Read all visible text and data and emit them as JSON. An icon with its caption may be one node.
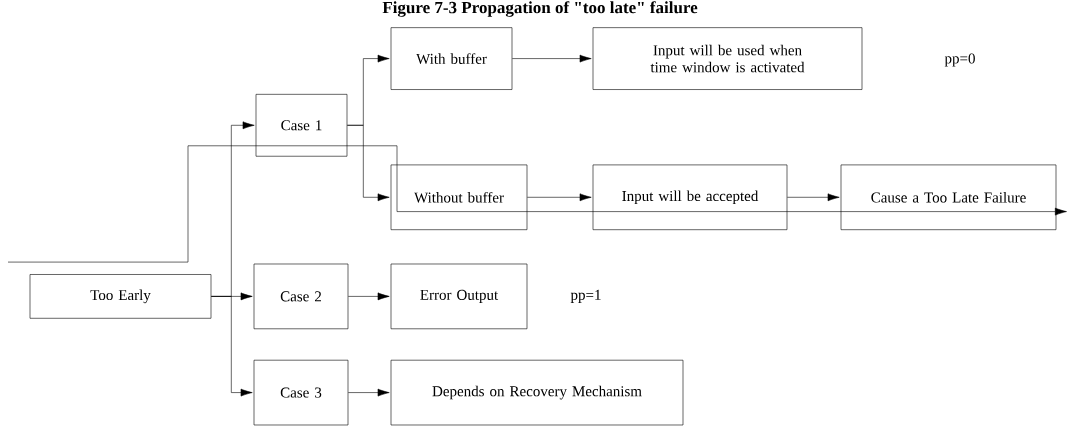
{
  "diagram": {
    "title": "Figure 7-3 Propagation of \"too late\" failure",
    "nodes": [
      {
        "text": [
          "Too Early"
        ]
      },
      {
        "text": [
          "Case 1"
        ]
      },
      {
        "text": [
          "With buffer"
        ]
      },
      {
        "text": [
          "Input will be used when time window is activated"
        ]
      },
      {
        "text": [
          "Without buffer"
        ]
      },
      {
        "text": [
          "Input will be accepted"
        ]
      },
      {
        "text": [
          "Cause a Too Late Failure"
        ]
      },
      {
        "text": [
          "Case 2"
        ]
      },
      {
        "text": [
          "Error Output"
        ]
      },
      {
        "text": [
          "Case 3"
        ]
      },
      {
        "text": [
          "Depends on Recovery Mechanism"
        ]
      }
    ],
    "edges": [
      {
        "from": 0,
        "to": 1,
        "arrow": "to"
      },
      {
        "from": 0,
        "to": 7,
        "arrow": "to"
      },
      {
        "from": 0,
        "to": 9,
        "arrow": "to"
      },
      {
        "from": 1,
        "to": 2,
        "arrow": "to"
      },
      {
        "from": 1,
        "to": 4,
        "arrow": "to"
      },
      {
        "from": 2,
        "to": 3,
        "arrow": "to"
      },
      {
        "from": 4,
        "to": 5,
        "arrow": "to"
      },
      {
        "from": 5,
        "to": 6,
        "arrow": "to"
      },
      {
        "from": 7,
        "to": 8,
        "arrow": "to"
      },
      {
        "from": 9,
        "to": 10,
        "arrow": "to"
      }
    ],
    "labels": [
      "pp=0",
      "pp=1"
    ]
  }
}
